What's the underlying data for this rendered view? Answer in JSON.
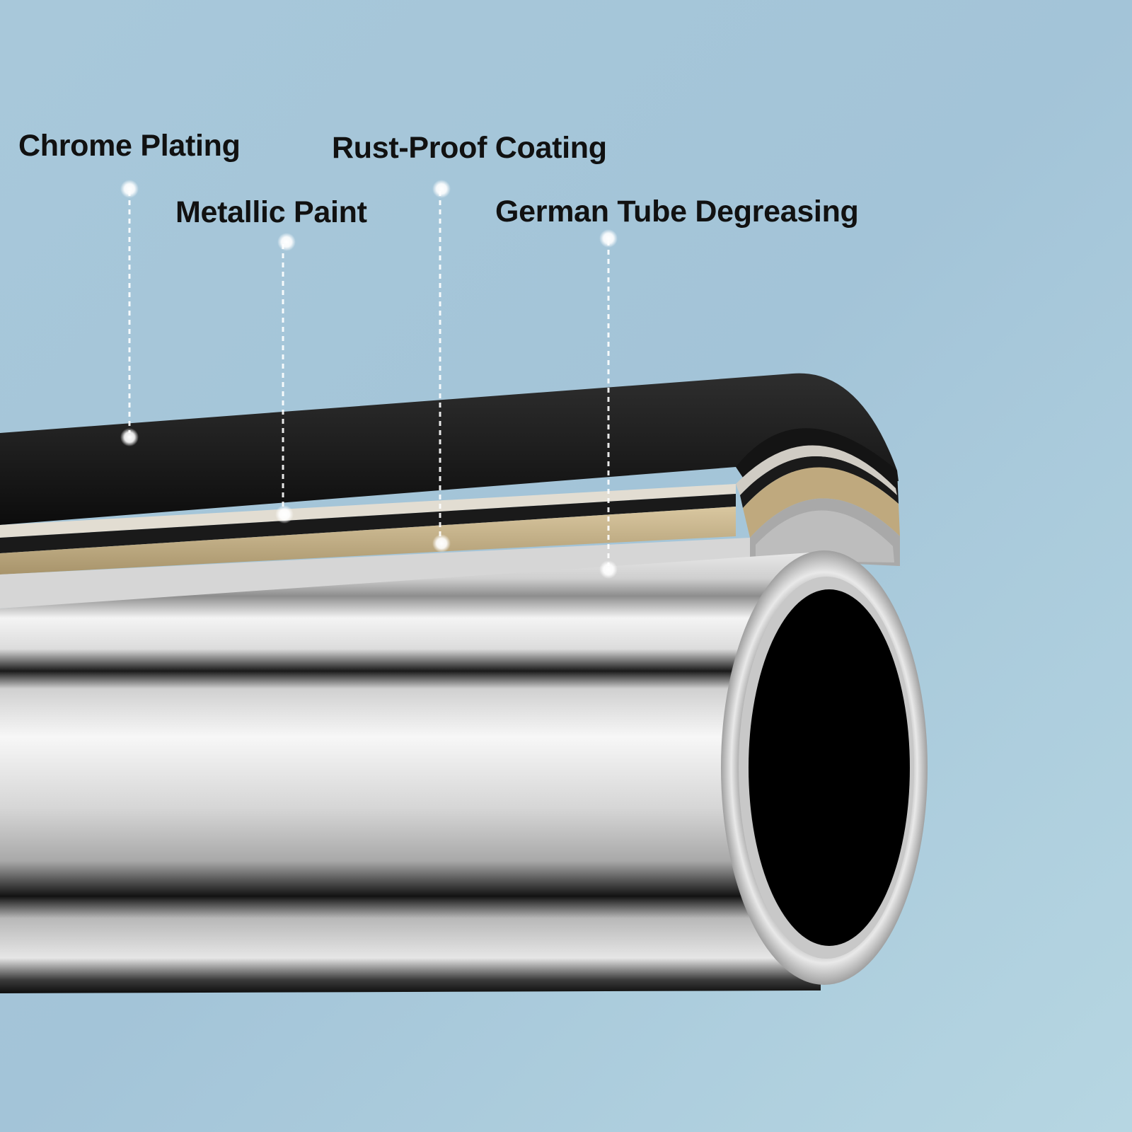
{
  "labels": {
    "chrome_plating": "Chrome Plating",
    "metallic_paint": "Metallic Paint",
    "rust_proof_coating": "Rust-Proof Coating",
    "german_tube_degreasing": "German Tube Degreasing"
  },
  "colors": {
    "background_top": "#a3c6da",
    "background_bottom": "#b4d4e0",
    "outer_layer": "#1c1c1c",
    "paint_band": "#d9d2c2",
    "coating_band": "#c8b48c",
    "tube_steel": "#d8d8d8",
    "marker": "#ffffff",
    "label_text": "#111111"
  }
}
